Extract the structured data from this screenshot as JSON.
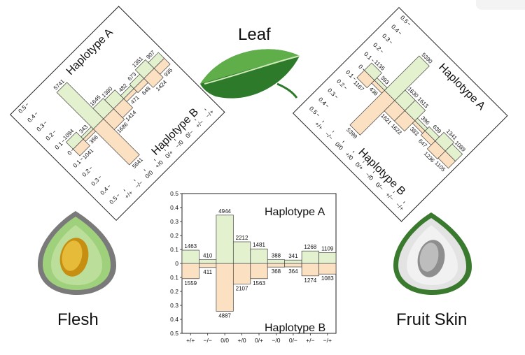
{
  "labels": {
    "leaf": "Leaf",
    "flesh": "Flesh",
    "fruit_skin": "Fruit Skin",
    "hap_a": "Haplotype A",
    "hap_b": "Haplotype B"
  },
  "colors": {
    "hapA_fill": "#e3f1cf",
    "hapB_fill": "#fbe0c2",
    "bar_stroke": "#444444",
    "leaf_dark": "#2c7a2a",
    "leaf_light": "#5fae4a",
    "flesh_outer": "#7a7a7a",
    "flesh_green": "#9fd07c",
    "flesh_seed": "#d6a82a",
    "skin_outer": "#3a7a2e",
    "skin_inner": "#d9d9d9",
    "skin_seed": "#9a9a9a"
  },
  "chart_data": [
    {
      "panel": "Flesh",
      "type": "bar",
      "categories": [
        "+/+",
        "−/−",
        "0/0",
        "+/0",
        "0/+",
        "−/0",
        "0/−",
        "+/−",
        "−/+"
      ],
      "yticks": [
        "0.5",
        "0.4",
        "0.3",
        "0.2",
        "0.1",
        "0",
        "0.1",
        "0.2",
        "0.3",
        "0.4",
        "0.5"
      ],
      "ylim": [
        -0.5,
        0.5
      ],
      "series": [
        {
          "name": "Haplotype A",
          "values": [
            0.095,
            0.027,
            0.346,
            0.155,
            0.104,
            0.027,
            0.024,
            0.089,
            0.078
          ],
          "labels": [
            "1463",
            "410",
            "4944",
            "2212",
            "1481",
            "388",
            "341",
            "1268",
            "1109"
          ]
        },
        {
          "name": "Haplotype B",
          "values": [
            0.109,
            0.029,
            0.342,
            0.147,
            0.109,
            0.026,
            0.025,
            0.089,
            0.076
          ],
          "labels": [
            "1559",
            "411",
            "4887",
            "2107",
            "1563",
            "368",
            "364",
            "1274",
            "1083"
          ]
        }
      ]
    },
    {
      "panel": "Leaf",
      "type": "bar",
      "categories": [
        "+/+",
        "−/−",
        "0/0",
        "+/0",
        "0/+",
        "−/0",
        "0/−",
        "+/−",
        "−/+"
      ],
      "yticks": [
        "0.5",
        "0.4",
        "0.3",
        "0.2",
        "0.1",
        "0",
        "0.1",
        "0.2",
        "0.3",
        "0.4",
        "0.5"
      ],
      "ylim": [
        -0.5,
        0.5
      ],
      "series": [
        {
          "name": "Haplotype A",
          "values": [
            0.077,
            0.024,
            0.402,
            0.115,
            0.097,
            0.034,
            0.047,
            0.095,
            0.064
          ],
          "labels": [
            "1094",
            "343",
            "5741",
            "1645",
            "1380",
            "482",
            "673",
            "1351",
            "907"
          ]
        },
        {
          "name": "Haplotype B",
          "values": [
            0.073,
            0.025,
            0.395,
            0.118,
            0.099,
            0.033,
            0.045,
            0.1,
            0.065
          ],
          "labels": [
            "1041",
            "356",
            "5641",
            "1686",
            "1414",
            "471",
            "648",
            "1424",
            "935"
          ]
        }
      ]
    },
    {
      "panel": "Fruit Skin",
      "type": "bar",
      "categories": [
        "+/+",
        "−/−",
        "0/0",
        "+/0",
        "0/+",
        "−/0",
        "0/−",
        "+/−",
        "−/+"
      ],
      "yticks": [
        "0.5",
        "0.4",
        "0.3",
        "0.2",
        "0.1",
        "0",
        "0.1",
        "0.2",
        "0.3",
        "0.4",
        "0.5"
      ],
      "ylim": [
        -0.5,
        0.5
      ],
      "series": [
        {
          "name": "Haplotype A",
          "values": [
            0.08,
            0.028,
            0.38,
            0.115,
            0.114,
            0.028,
            0.045,
            0.095,
            0.077
          ],
          "labels": [
            "1135",
            "393",
            "5390",
            "1630",
            "1613",
            "396",
            "639",
            "1341",
            "1089"
          ]
        },
        {
          "name": "Haplotype B",
          "values": [
            0.082,
            0.031,
            0.38,
            0.114,
            0.114,
            0.027,
            0.046,
            0.087,
            0.078
          ],
          "labels": [
            "1167",
            "436",
            "5399",
            "1621",
            "1622",
            "383",
            "647",
            "1236",
            "1105"
          ]
        }
      ]
    }
  ]
}
